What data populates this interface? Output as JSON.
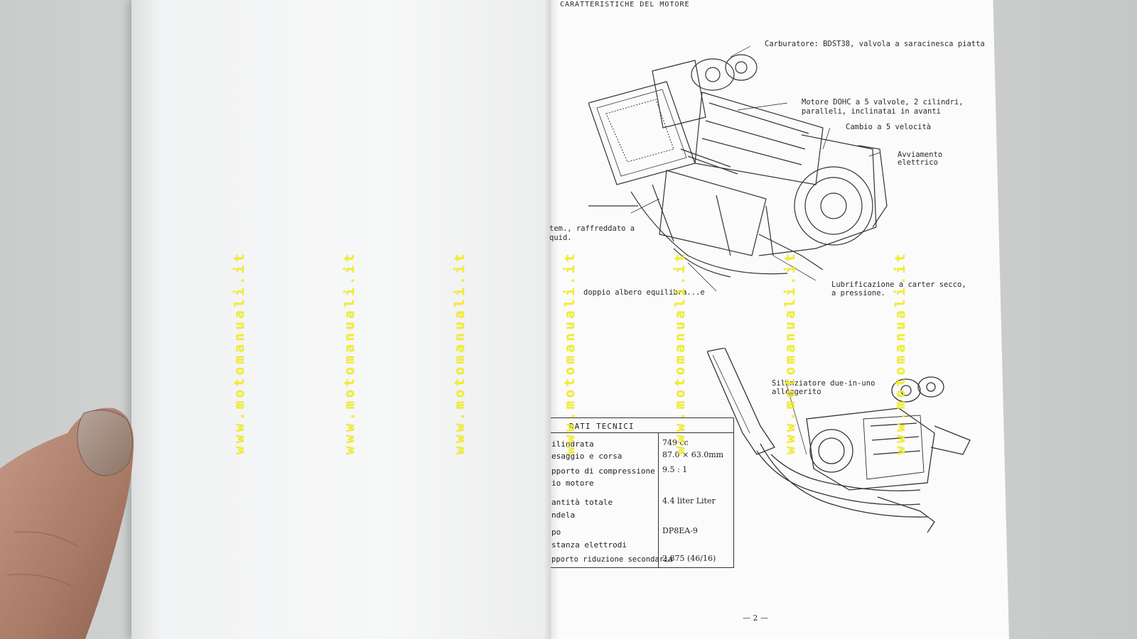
{
  "page": {
    "heading": "CARATTERISTICHE DEL MOTORE",
    "page_number": "— 2 —"
  },
  "annotations": {
    "carburatore": "Carburatore: BDST38, valvola a saracinesca piatta",
    "motore_line1": "Motore DOHC a 5 valvole, 2 cilindri,",
    "motore_line2": "paralleli, inclinatai in avanti",
    "cambio": "Cambio a 5 velocità",
    "avviamento_line1": "Avviamento",
    "avviamento_line2": "elettrico",
    "raffreddato_line1": "tem., raffreddato a",
    "raffreddato_line2": "quid.",
    "albero": "doppio albero equilibra...e",
    "lubrificazione_line1": "Lubrificazione a carter secco,",
    "lubrificazione_line2": "a pressione.",
    "silenziatore_line1": "Silenziatore due-in-uno",
    "silenziatore_line2": "alleggerito"
  },
  "specs": {
    "title": "DATI TECNICI",
    "rows": [
      {
        "label": "ilindrata",
        "value": "749 cc"
      },
      {
        "label": "esaggio e corsa",
        "value": "87.0 × 63.0mm"
      },
      {
        "label": "pporto di compressione",
        "value": "9.5 : 1"
      },
      {
        "label": "io motore",
        "value": ""
      },
      {
        "label": "antità totale",
        "value": "4.4 liter   Liter"
      },
      {
        "label": "ndela",
        "value": ""
      },
      {
        "label": "po",
        "value": "DP8EA-9"
      },
      {
        "label": "stanza elettrodi",
        "value": ""
      },
      {
        "label": "pporto riduzione secondaria",
        "value": "2,875 (46/16)"
      }
    ]
  },
  "watermark": {
    "text": "www.motomanuali.it",
    "color": "#f2ee1c"
  }
}
